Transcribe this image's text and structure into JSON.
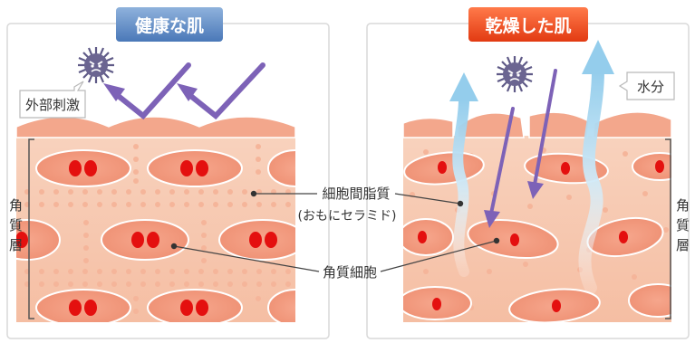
{
  "healthy_panel": {
    "title": "健康な肌",
    "title_color": "#4f81bd",
    "stimulus_label": "外部刺激",
    "layer_label": [
      "角",
      "質",
      "層"
    ]
  },
  "dry_panel": {
    "title": "乾燥した肌",
    "title_color": "#e8411a",
    "water_label": "水分",
    "layer_label": [
      "角",
      "質",
      "層"
    ]
  },
  "callouts": {
    "intercellular_lipid": "細胞間脂質",
    "ceramide_note": "(おもにセラミド)",
    "corneocyte": "角質細胞"
  },
  "icons": {
    "germ": "germ-icon",
    "arrow": "arrow-icon",
    "water_arrow": "water-arrow-icon"
  },
  "colors": {
    "skin_base": "#f6c7a9",
    "cell_fill": "#f0967a",
    "nucleus": "#e4100f",
    "arrow_purple": "#7d62b7",
    "water_blue": "#a9d6ef"
  }
}
